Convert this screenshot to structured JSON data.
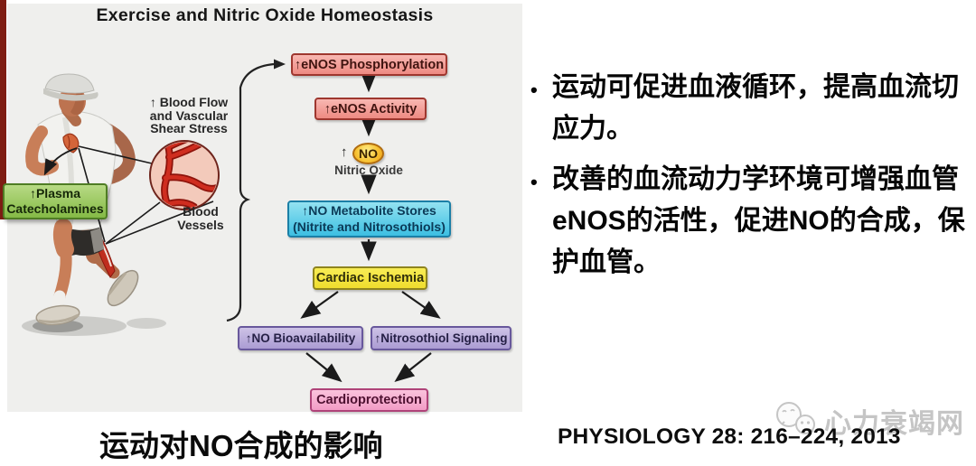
{
  "figure": {
    "title": "Exercise and Nitric Oxide Homeostasis",
    "runner": {
      "plasma_box": "↑Plasma\nCatecholamines",
      "blood_flow_label": "↑ Blood Flow\nand Vascular\nShear Stress",
      "blood_vessels_label": "Blood\nVessels"
    },
    "flowchart": {
      "enos_phosphorylation": "↑eNOS Phosphorylation",
      "enos_activity": "↑eNOS Activity",
      "no_up_arrow": "↑",
      "no_label": "NO",
      "no_caption": "Nitric Oxide",
      "metabolite_stores": "↑NO Metabolite Stores\n(Nitrite and Nitrosothiols)",
      "cardiac_ischemia": "Cardiac Ischemia",
      "no_bioavailability": "↑NO Bioavailability",
      "nitrosothiol_signaling": "↑Nitrosothiol Signaling",
      "cardioprotection": "Cardioprotection"
    },
    "caption": "运动对NO合成的影响"
  },
  "notes": {
    "bullet_glyph": "•",
    "bullets": [
      "运动可促进血液循环，提高血流切应力。",
      "改善的血流动力学环境可增强血管eNOS的活性，促进NO的合成，保护血管。"
    ],
    "citation": "PHYSIOLOGY 28: 216–224, 2013"
  },
  "watermark": {
    "text": "心力衰竭网",
    "icon": "wechat-icon"
  },
  "colors": {
    "panel_gray": "#efefed",
    "edge_strip_red": "#7e1d13",
    "box_pink": "#ee8a82",
    "box_cyan": "#3cbfe2",
    "box_yellow": "#efdd2d",
    "box_purple": "#ab9cd3",
    "box_magenta": "#f29cc6",
    "box_green": "#84ba45",
    "no_oval_gold": "#f2a719",
    "vessel_red": "#cf2d1f",
    "watermark_gray": "#c5c5c5"
  }
}
